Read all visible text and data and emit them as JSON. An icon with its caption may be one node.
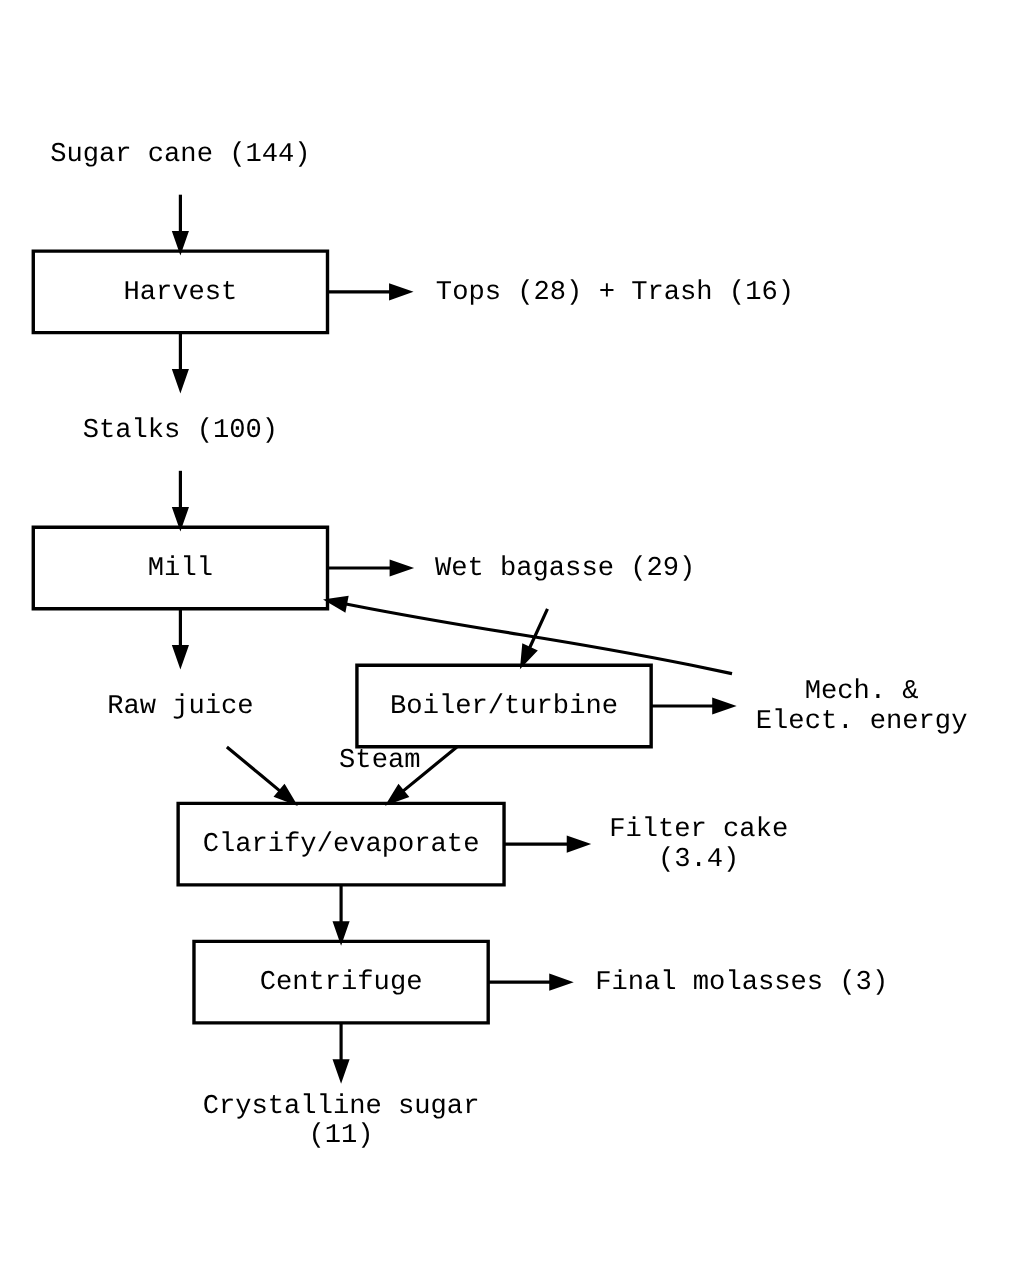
{
  "diagram": {
    "nodes": [
      {
        "text": [
          "Sugar cane (144)"
        ]
      },
      {
        "text": [
          "Harvest"
        ]
      },
      {
        "text": [
          "Tops (28) + Trash (16)"
        ]
      },
      {
        "text": [
          "Stalks (100)"
        ]
      },
      {
        "text": [
          "Mill"
        ]
      },
      {
        "text": [
          "Wet bagasse (29)"
        ]
      },
      {
        "text": [
          "Mech. & Elect. energy"
        ]
      },
      {
        "text": [
          "Raw juice"
        ]
      },
      {
        "text": [
          "Boiler/turbine"
        ]
      },
      {
        "text": [
          "Clarify/evaporate"
        ]
      },
      {
        "text": [
          "Filter cake (3.4)"
        ]
      },
      {
        "text": [
          "Centrifuge"
        ]
      },
      {
        "text": [
          "Final molasses (3)"
        ]
      },
      {
        "text": [
          "Crystalline sugar (11)"
        ]
      }
    ],
    "edges": [
      {
        "from": 0,
        "to": 1,
        "arrow": "to"
      },
      {
        "from": 1,
        "to": 2,
        "arrow": "to"
      },
      {
        "from": 1,
        "to": 3,
        "arrow": "to"
      },
      {
        "from": 3,
        "to": 4,
        "arrow": "to"
      },
      {
        "from": 4,
        "to": 5,
        "arrow": "to"
      },
      {
        "from": 6,
        "to": 4,
        "arrow": "to"
      },
      {
        "from": 4,
        "to": 7,
        "arrow": "to"
      },
      {
        "from": 5,
        "to": 8,
        "arrow": "to"
      },
      {
        "from": 8,
        "to": 6,
        "arrow": "to"
      },
      {
        "from": 7,
        "to": 9,
        "arrow": "to"
      },
      {
        "from": 8,
        "to": 9,
        "arrow": "to",
        "label": "Steam"
      },
      {
        "from": 9,
        "to": 10,
        "arrow": "to"
      },
      {
        "from": 9,
        "to": 11,
        "arrow": "to"
      },
      {
        "from": 11,
        "to": 12,
        "arrow": "to"
      },
      {
        "from": 11,
        "to": 13,
        "arrow": "to"
      }
    ]
  }
}
